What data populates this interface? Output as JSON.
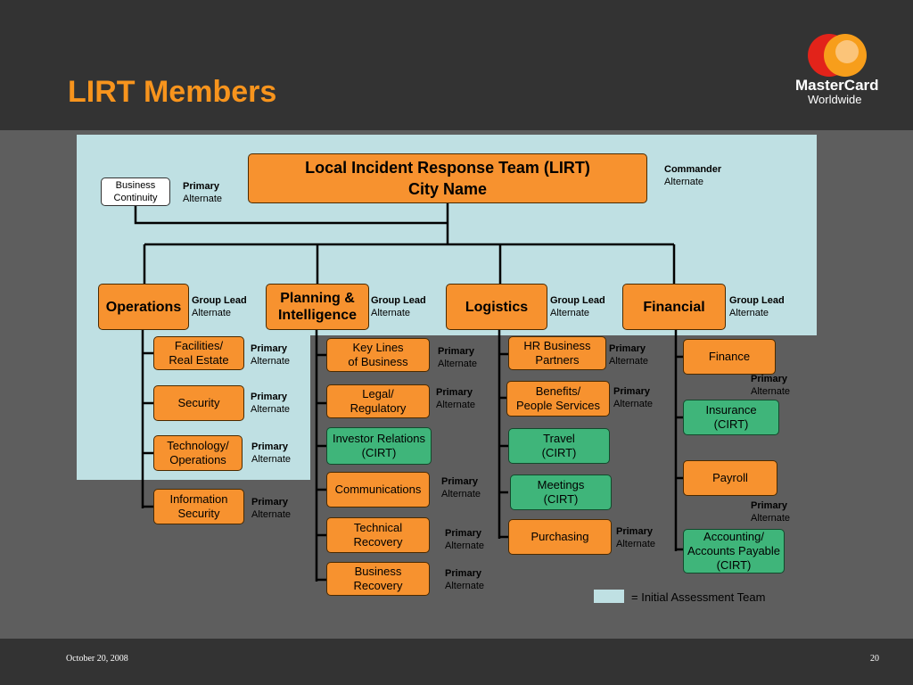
{
  "slide": {
    "title": "LIRT Members",
    "footer_date": "October 20, 2008",
    "page_number": "20",
    "logo": {
      "line1": "MasterCard",
      "line2": "Worldwide"
    }
  },
  "colors": {
    "orange": "#f7922f",
    "green": "#3fb57a",
    "title_orange": "#f7941d",
    "iat_blue": "#bfe0e3"
  },
  "org": {
    "lirt": {
      "line1": "Local Incident Response Team (LIRT)",
      "line2": "City Name",
      "role1": "Commander",
      "role2": "Alternate"
    },
    "business_continuity": {
      "line1": "Business",
      "line2": "Continuity",
      "role1": "Primary",
      "role2": "Alternate"
    },
    "groups": [
      {
        "line1": "Operations",
        "line2": "",
        "role1": "Group Lead",
        "role2": "Alternate"
      },
      {
        "line1": "Planning &",
        "line2": "Intelligence",
        "role1": "Group Lead",
        "role2": "Alternate"
      },
      {
        "line1": "Logistics",
        "line2": "",
        "role1": "Group Lead",
        "role2": "Alternate"
      },
      {
        "line1": "Financial",
        "line2": "",
        "role1": "Group Lead",
        "role2": "Alternate"
      }
    ],
    "operations_children": [
      {
        "line1": "Facilities/",
        "line2": "Real Estate",
        "role1": "Primary",
        "role2": "Alternate"
      },
      {
        "line1": "Security",
        "line2": "",
        "role1": "Primary",
        "role2": "Alternate"
      },
      {
        "line1": "Technology/",
        "line2": "Operations",
        "role1": "Primary",
        "role2": "Alternate"
      },
      {
        "line1": "Information",
        "line2": "Security",
        "role1": "Primary",
        "role2": "Alternate"
      }
    ],
    "planning_children": [
      {
        "line1": "Key Lines",
        "line2": "of Business",
        "role1": "Primary",
        "role2": "Alternate"
      },
      {
        "line1": "Legal/",
        "line2": "Regulatory",
        "role1": "Primary",
        "role2": "Alternate"
      },
      {
        "line1": "Investor Relations",
        "line2": "(CIRT)",
        "role1": "",
        "role2": ""
      },
      {
        "line1": "Communications",
        "line2": "",
        "role1": "Primary",
        "role2": "Alternate"
      },
      {
        "line1": "Technical",
        "line2": "Recovery",
        "role1": "Primary",
        "role2": "Alternate"
      },
      {
        "line1": "Business",
        "line2": "Recovery",
        "role1": "Primary",
        "role2": "Alternate"
      }
    ],
    "logistics_children": [
      {
        "line1": "HR Business",
        "line2": "Partners",
        "role1": "Primary",
        "role2": "Alternate"
      },
      {
        "line1": "Benefits/",
        "line2": "People Services",
        "role1": "Primary",
        "role2": "Alternate"
      },
      {
        "line1": "Travel",
        "line2": "(CIRT)",
        "role1": "",
        "role2": ""
      },
      {
        "line1": "Meetings",
        "line2": "(CIRT)",
        "role1": "",
        "role2": ""
      },
      {
        "line1": "Purchasing",
        "line2": "",
        "role1": "Primary",
        "role2": "Alternate"
      }
    ],
    "financial_children": [
      {
        "line1": "Finance",
        "line2": "",
        "line3": "",
        "role1": "Primary",
        "role2": "Alternate"
      },
      {
        "line1": "Insurance",
        "line2": "(CIRT)",
        "line3": "",
        "role1": "",
        "role2": ""
      },
      {
        "line1": "Payroll",
        "line2": "",
        "line3": "",
        "role1": "Primary",
        "role2": "Alternate"
      },
      {
        "line1": "Accounting/",
        "line2": "Accounts Payable",
        "line3": "(CIRT)",
        "role1": "",
        "role2": ""
      }
    ]
  },
  "legend": {
    "label": "= Initial Assessment Team"
  }
}
